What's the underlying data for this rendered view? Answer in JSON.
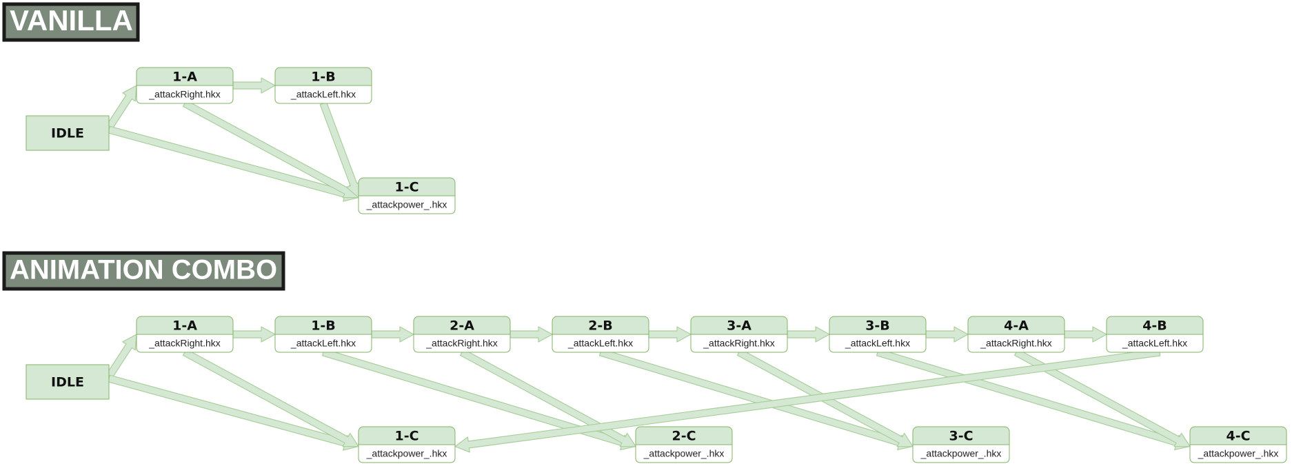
{
  "colors": {
    "node_fill": "#d5e8d4",
    "node_stroke": "#82b366",
    "file_fill": "#ffffff",
    "arrow_fill": "#d5e8d4",
    "arrow_stroke": "#a9cf9b",
    "title_fill": "#7c8a7c",
    "title_border": "#1a1a1a"
  },
  "sections": [
    {
      "id": "vanilla",
      "title": "VANILLA",
      "nodes": [
        {
          "id": "idle",
          "type": "idle",
          "label": "IDLE"
        },
        {
          "id": "1a",
          "label": "1-A",
          "file": "_attackRight.hkx"
        },
        {
          "id": "1b",
          "label": "1-B",
          "file": "_attackLeft.hkx"
        },
        {
          "id": "1c",
          "label": "1-C",
          "file": "_attackpower_.hkx"
        }
      ],
      "edges": [
        [
          "idle",
          "1a"
        ],
        [
          "1a",
          "1b"
        ],
        [
          "idle",
          "1c"
        ],
        [
          "1a",
          "1c"
        ],
        [
          "1b",
          "1c"
        ]
      ]
    },
    {
      "id": "combo",
      "title": "ANIMATION COMBO",
      "nodes": [
        {
          "id": "idle",
          "type": "idle",
          "label": "IDLE"
        },
        {
          "id": "1a",
          "label": "1-A",
          "file": "_attackRight.hkx"
        },
        {
          "id": "1b",
          "label": "1-B",
          "file": "_attackLeft.hkx"
        },
        {
          "id": "2a",
          "label": "2-A",
          "file": "_attackRight.hkx"
        },
        {
          "id": "2b",
          "label": "2-B",
          "file": "_attackLeft.hkx"
        },
        {
          "id": "3a",
          "label": "3-A",
          "file": "_attackRight.hkx"
        },
        {
          "id": "3b",
          "label": "3-B",
          "file": "_attackLeft.hkx"
        },
        {
          "id": "4a",
          "label": "4-A",
          "file": "_attackRight.hkx"
        },
        {
          "id": "4b",
          "label": "4-B",
          "file": "_attackLeft.hkx"
        },
        {
          "id": "1c",
          "label": "1-C",
          "file": "_attackpower_.hkx"
        },
        {
          "id": "2c",
          "label": "2-C",
          "file": "_attackpower_.hkx"
        },
        {
          "id": "3c",
          "label": "3-C",
          "file": "_attackpower_.hkx"
        },
        {
          "id": "4c",
          "label": "4-C",
          "file": "_attackpower_.hkx"
        }
      ],
      "edges": [
        [
          "idle",
          "1a"
        ],
        [
          "1a",
          "1b"
        ],
        [
          "1b",
          "2a"
        ],
        [
          "2a",
          "2b"
        ],
        [
          "2b",
          "3a"
        ],
        [
          "3a",
          "3b"
        ],
        [
          "3b",
          "4a"
        ],
        [
          "4a",
          "4b"
        ],
        [
          "idle",
          "1c"
        ],
        [
          "1a",
          "1c"
        ],
        [
          "1b",
          "2c"
        ],
        [
          "2a",
          "2c"
        ],
        [
          "2b",
          "3c"
        ],
        [
          "3a",
          "3c"
        ],
        [
          "3b",
          "4c"
        ],
        [
          "4a",
          "4c"
        ],
        [
          "4b",
          "1c"
        ]
      ]
    }
  ]
}
